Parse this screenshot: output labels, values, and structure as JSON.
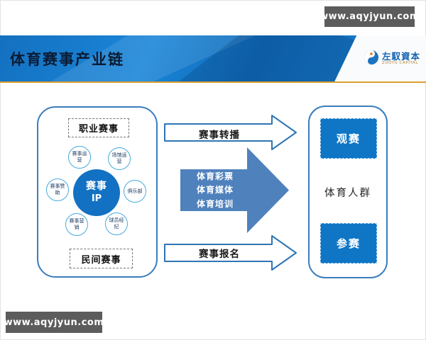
{
  "watermark": {
    "text": "www.aqyjyun.com"
  },
  "header": {
    "title": "体育赛事产业链",
    "logo": {
      "name": "左馭資本",
      "subtitle": "ZUOYU CAPITAL"
    }
  },
  "diagram": {
    "left_panel": {
      "top_label": "职业赛事",
      "bottom_label": "民间赛事",
      "center_circle": {
        "line1": "赛事",
        "line2": "IP"
      },
      "satellites": [
        "赛事运营",
        "场馆运营",
        "赛事赞助",
        "俱乐部",
        "赛事营销",
        "球员经纪"
      ]
    },
    "arrows": {
      "top": "赛事转播",
      "middle": [
        "体育彩票",
        "体育媒体",
        "体育培训"
      ],
      "bottom": "赛事报名"
    },
    "right_panel": {
      "top_box": "观赛",
      "center_label": "体育人群",
      "bottom_box": "参赛"
    }
  },
  "colors": {
    "header_blue": "#1b84d6",
    "accent_border": "#3a7dbf",
    "ip_circle_blue": "#1371c3",
    "big_arrow_blue": "#4f81bd",
    "box_blue": "#0f76c6",
    "gold_line": "#dca02f",
    "watermark_bg": "#5c5c5c"
  }
}
